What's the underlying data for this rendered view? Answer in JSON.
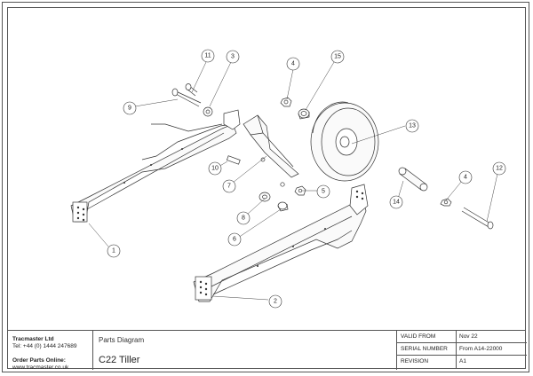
{
  "callouts": {
    "c1": "1",
    "c2": "2",
    "c3": "3",
    "c4a": "4",
    "c4b": "4",
    "c5": "5",
    "c6": "6",
    "c7": "7",
    "c8": "8",
    "c9": "9",
    "c10": "10",
    "c11": "11",
    "c12": "12",
    "c13": "13",
    "c14": "14",
    "c15": "15"
  },
  "title_block": {
    "company": "Tracmaster Ltd",
    "tel": "Tel: +44 (0) 1444 247689",
    "order_label": "Order  Parts Online:",
    "website": "www.tracmaster.co.uk",
    "diagram_label": "Parts Diagram",
    "diagram_name": "C22 Tiller",
    "rows": [
      {
        "key": "VALID FROM",
        "value": "Nov 22"
      },
      {
        "key": "SERIAL NUMBER",
        "value": "From A14-22000"
      },
      {
        "key": "REVISION",
        "value": "A1"
      }
    ]
  }
}
